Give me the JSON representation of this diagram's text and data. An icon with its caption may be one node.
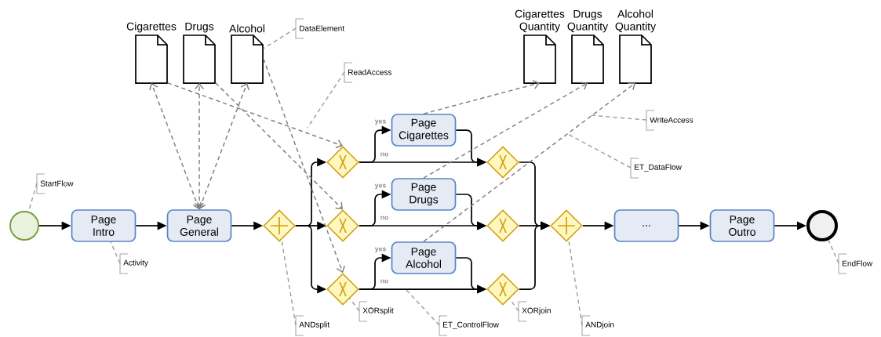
{
  "diagram": {
    "nodes": [
      {
        "text": [],
        "shape": "circle"
      },
      {
        "text": [
          "Page Intro"
        ]
      },
      {
        "text": [
          "Page General"
        ]
      },
      {
        "text": [],
        "shape": "diamond"
      },
      {
        "text": [],
        "shape": "diamond"
      },
      {
        "text": [],
        "shape": "diamond"
      },
      {
        "text": [],
        "shape": "diamond"
      },
      {
        "text": [
          "Page Cigarettes"
        ]
      },
      {
        "text": [
          "Page Drugs"
        ]
      },
      {
        "text": [
          "Page Alcohol"
        ]
      },
      {
        "text": [],
        "shape": "diamond"
      },
      {
        "text": [],
        "shape": "diamond"
      },
      {
        "text": [],
        "shape": "diamond"
      },
      {
        "text": [],
        "shape": "diamond"
      },
      {
        "text": [
          "..."
        ]
      },
      {
        "text": [
          "Page Outro"
        ]
      },
      {
        "text": [],
        "shape": "circle"
      },
      {
        "text": [
          "Cigarettes"
        ]
      },
      {
        "text": [
          "Drugs"
        ]
      },
      {
        "text": [
          "Alcohol"
        ]
      },
      {
        "text": [
          "Cigarettes Quantity"
        ]
      },
      {
        "text": [
          "Drugs Quantity"
        ]
      },
      {
        "text": [
          "Alcohol Quantity"
        ]
      },
      {
        "text": [
          "StartFlow"
        ]
      },
      {
        "text": [
          "Activity"
        ]
      },
      {
        "text": [
          "DataElement"
        ]
      },
      {
        "text": [
          "ReadAccess"
        ]
      },
      {
        "text": [
          "ANDsplit"
        ]
      },
      {
        "text": [
          "XORsplit"
        ]
      },
      {
        "text": [
          "ET_ControlFlow"
        ]
      },
      {
        "text": [
          "XORjoin"
        ]
      },
      {
        "text": [
          "ANDjoin"
        ]
      },
      {
        "text": [
          "WriteAccess"
        ]
      },
      {
        "text": [
          "ET_DataFlow"
        ]
      },
      {
        "text": [
          "EndFlow"
        ]
      }
    ],
    "edges": [
      {
        "from": 0,
        "to": 1,
        "arrow": "to"
      },
      {
        "from": 1,
        "to": 2,
        "arrow": "to"
      },
      {
        "from": 2,
        "to": 3,
        "arrow": "to"
      },
      {
        "from": 3,
        "to": 4,
        "arrow": "to"
      },
      {
        "from": 3,
        "to": 5,
        "arrow": "to"
      },
      {
        "from": 3,
        "to": 6,
        "arrow": "to"
      },
      {
        "from": 4,
        "to": 7,
        "arrow": "to",
        "label": "yes"
      },
      {
        "from": 4,
        "to": 10,
        "arrow": "to",
        "label": "no"
      },
      {
        "from": 5,
        "to": 8,
        "arrow": "to",
        "label": "yes"
      },
      {
        "from": 5,
        "to": 11,
        "arrow": "to",
        "label": "no"
      },
      {
        "from": 6,
        "to": 9,
        "arrow": "to",
        "label": "yes"
      },
      {
        "from": 6,
        "to": 12,
        "arrow": "to",
        "label": "no"
      },
      {
        "from": 7,
        "to": 10,
        "arrow": "to"
      },
      {
        "from": 8,
        "to": 11,
        "arrow": "to"
      },
      {
        "from": 9,
        "to": 12,
        "arrow": "to"
      },
      {
        "from": 10,
        "to": 13,
        "arrow": "to"
      },
      {
        "from": 11,
        "to": 13,
        "arrow": "to"
      },
      {
        "from": 12,
        "to": 13,
        "arrow": "to"
      },
      {
        "from": 13,
        "to": 14,
        "arrow": "to"
      },
      {
        "from": 14,
        "to": 15,
        "arrow": "to"
      },
      {
        "from": 15,
        "to": 16,
        "arrow": "to"
      },
      {
        "from": 2,
        "to": 17,
        "arrow": "both",
        "style": "dashed",
        "color": "#808080"
      },
      {
        "from": 2,
        "to": 18,
        "arrow": "both",
        "style": "dashed",
        "color": "#808080"
      },
      {
        "from": 2,
        "to": 19,
        "arrow": "both",
        "style": "dashed",
        "color": "#808080"
      },
      {
        "from": 17,
        "to": 4,
        "arrow": "to",
        "style": "dashed",
        "color": "#808080"
      },
      {
        "from": 18,
        "to": 5,
        "arrow": "to",
        "style": "dashed",
        "color": "#808080"
      },
      {
        "from": 19,
        "to": 6,
        "arrow": "to",
        "style": "dashed",
        "color": "#808080"
      },
      {
        "from": 7,
        "to": 20,
        "arrow": "to",
        "style": "dashed",
        "color": "#808080"
      },
      {
        "from": 8,
        "to": 21,
        "arrow": "to",
        "style": "dashed",
        "color": "#808080"
      },
      {
        "from": 9,
        "to": 22,
        "arrow": "to",
        "style": "dashed",
        "color": "#808080"
      },
      {
        "from": 23,
        "to": 0,
        "arrow": "none",
        "style": "dashed",
        "color": "#a0a0a0"
      },
      {
        "from": 24,
        "to": 1,
        "arrow": "none",
        "style": "dashed",
        "color": "#a0a0a0"
      },
      {
        "from": 25,
        "to": 19,
        "arrow": "none",
        "style": "dashed",
        "color": "#a0a0a0"
      },
      {
        "from": 26,
        "to": null,
        "arrow": "none",
        "style": "dashed",
        "color": "#a0a0a0"
      },
      {
        "from": 27,
        "to": 3,
        "arrow": "none",
        "style": "dashed",
        "color": "#a0a0a0"
      },
      {
        "from": 28,
        "to": 6,
        "arrow": "none",
        "style": "dashed",
        "color": "#a0a0a0"
      },
      {
        "from": 29,
        "to": null,
        "arrow": "none",
        "style": "dashed",
        "color": "#a0a0a0"
      },
      {
        "from": 30,
        "to": 12,
        "arrow": "none",
        "style": "dashed",
        "color": "#a0a0a0"
      },
      {
        "from": 31,
        "to": 13,
        "arrow": "none",
        "style": "dashed",
        "color": "#a0a0a0"
      },
      {
        "from": 32,
        "to": null,
        "arrow": "none",
        "style": "dashed",
        "color": "#a0a0a0"
      },
      {
        "from": 33,
        "to": null,
        "arrow": "none",
        "style": "dashed",
        "color": "#a0a0a0"
      },
      {
        "from": 34,
        "to": 16,
        "arrow": "none",
        "style": "dashed",
        "color": "#a0a0a0"
      }
    ]
  }
}
